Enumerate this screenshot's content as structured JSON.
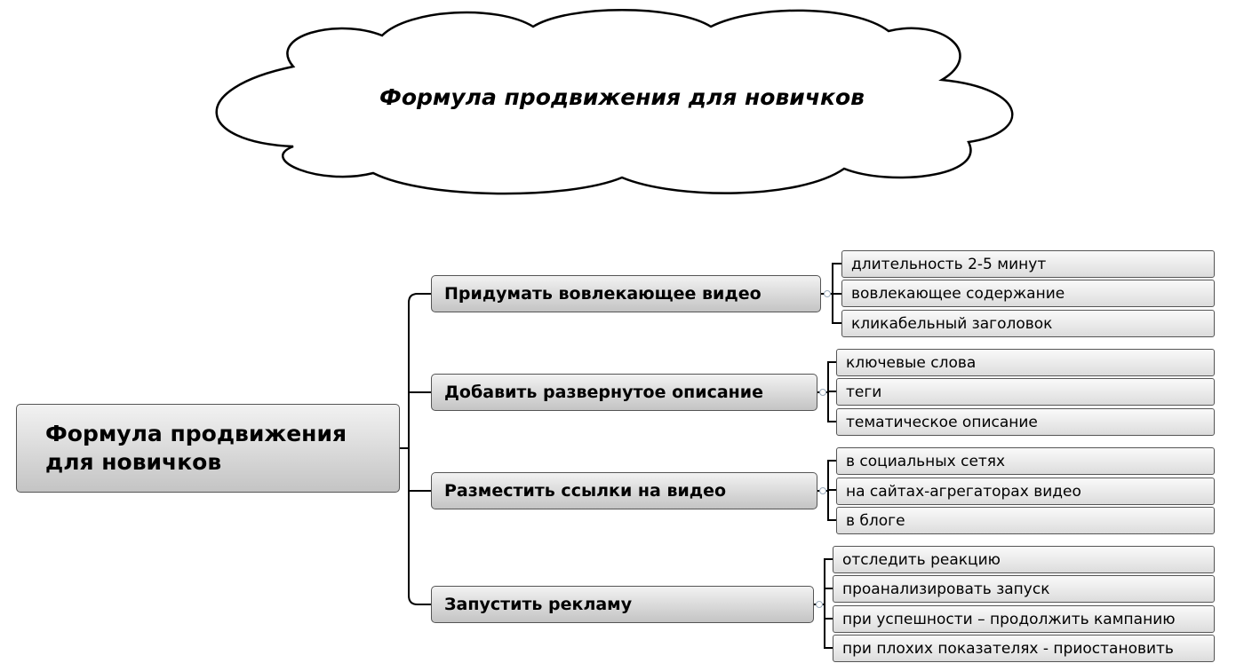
{
  "cloud": {
    "title": "Формула продвижения для новичков"
  },
  "root": {
    "label": "Формула продвижения для новичков"
  },
  "branches": [
    {
      "label": "Придумать вовлекающее видео",
      "leaves": [
        "длительность 2-5 минут",
        "вовлекающее содержание",
        "кликабельный заголовок"
      ]
    },
    {
      "label": "Добавить развернутое описание",
      "leaves": [
        "ключевые слова",
        "теги",
        "тематическое описание"
      ]
    },
    {
      "label": "Разместить ссылки на видео",
      "leaves": [
        "в социальных сетях",
        "на сайтах-агрегаторах видео",
        "в блоге"
      ]
    },
    {
      "label": "Запустить рекламу",
      "leaves": [
        "отследить реакцию",
        "проанализировать запуск",
        "при успешности – продолжить кампанию",
        "при плохих показателях - приостановить"
      ]
    }
  ]
}
